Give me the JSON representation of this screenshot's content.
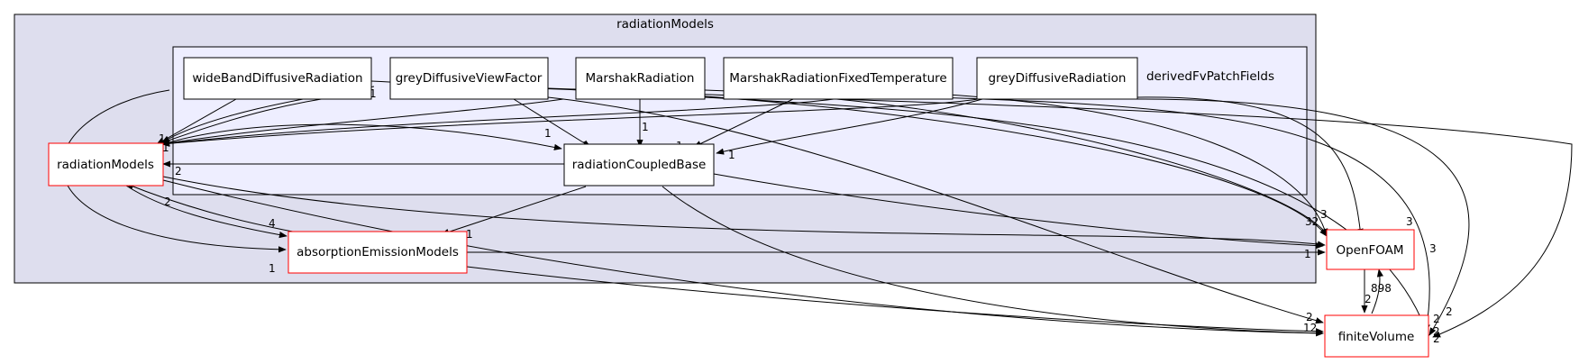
{
  "outer_cluster": {
    "label": "radiationModels",
    "fill": "#dedeee",
    "stroke": "#000000"
  },
  "inner_cluster": {
    "label": "derivedFvPatchFields",
    "fill": "#eeeeff",
    "stroke": "#000000"
  },
  "nodes": {
    "wideband": {
      "label": "wideBandDiffusiveRadiation",
      "style": "plain"
    },
    "greyview": {
      "label": "greyDiffusiveViewFactor",
      "style": "plain"
    },
    "marshak": {
      "label": "MarshakRadiation",
      "style": "plain"
    },
    "marshakfixed": {
      "label": "MarshakRadiationFixedTemperature",
      "style": "plain"
    },
    "greydiff": {
      "label": "greyDiffusiveRadiation",
      "style": "plain"
    },
    "coupled": {
      "label": "radiationCoupledBase",
      "style": "plain"
    },
    "radmodels": {
      "label": "radiationModels",
      "style": "red"
    },
    "absorption": {
      "label": "absorptionEmissionModels",
      "style": "red"
    },
    "openfoam": {
      "label": "OpenFOAM",
      "style": "red"
    },
    "finitevolume": {
      "label": "finiteVolume",
      "style": "red"
    }
  },
  "edge_labels": {
    "e1": "1",
    "e2": "1",
    "e3": "1",
    "e4": "1",
    "e5": "1",
    "e6": "1",
    "e7": "1",
    "e8": "1",
    "e9": "2",
    "e10": "2",
    "e11": "4",
    "e12": "1",
    "e13": "1",
    "e14": "32",
    "e15": "3",
    "e16": "3",
    "e17": "3",
    "e18": "1",
    "e19": "898",
    "e20": "2",
    "e21": "2",
    "e22": "2",
    "e23": "2",
    "e24": "2",
    "e25": "2",
    "e26": "12"
  },
  "colors": {
    "edge": "#000000",
    "node_red": "#ff0000",
    "node_plain": "#000000"
  }
}
